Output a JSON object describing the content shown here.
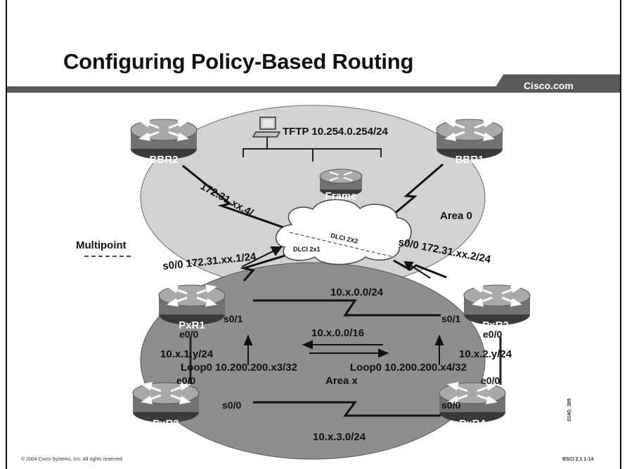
{
  "slide": {
    "title": "Configuring Policy-Based Routing",
    "brand": "Cisco.com",
    "copyright": "© 2004 Cisco Systems, Inc. All rights reserved.",
    "slide_number": "BSCI 2.1   1-14",
    "figure_id": "014G_389"
  },
  "diagram": {
    "routers": {
      "bbr2": "BBR2",
      "bbr1": "BBR1",
      "frame": "Frame",
      "pxr1": "PxR1",
      "pxr2": "PxR2",
      "pxr3": "PxR3",
      "pxr4": "PxR4"
    },
    "tftp_label": "TFTP 10.254.0.254/24",
    "areas": {
      "area0": "Area 0",
      "areax": "Area x"
    },
    "multipoint_label": "Multipoint",
    "frame_relay": {
      "dlci_2x1": "DLCI 2x1",
      "dlci_2x2": "DLCI 2X2"
    },
    "links": {
      "bbr2_link": "172.31.xx.4/",
      "pxr1_s00": "s0/0 172.31.xx.1/24",
      "pxr2_s00": "s0/0 172.31.xx.2/24",
      "pxr1_pxr2_net": "10.x.0.0/24",
      "pxr1_s01": "s0/1",
      "pxr2_s01": "s0/1",
      "summary_net": "10.x.0.0/16",
      "pxr1_e00": "e0/0",
      "pxr2_e00": "e0/0",
      "pxr1_lan": "10.x.1.y/24",
      "pxr2_lan": "10.x.2.y/24",
      "pxr1_loop": "Loop0 10.200.200.x3/32",
      "pxr2_loop": "Loop0 10.200.200.x4/32",
      "pxr3_e00": "e0/0",
      "pxr4_e00": "e0/0",
      "pxr3_s00": "s0/0",
      "pxr4_s00": "s0/0",
      "pxr3_pxr4_net": "10.x.3.0/24"
    }
  },
  "colors": {
    "title": "#111111",
    "bar": "#5a5a5a",
    "area0_fill": "#d2d2d2",
    "areax_fill": "#8e8e8e",
    "router_body": "#7c7c7c"
  }
}
